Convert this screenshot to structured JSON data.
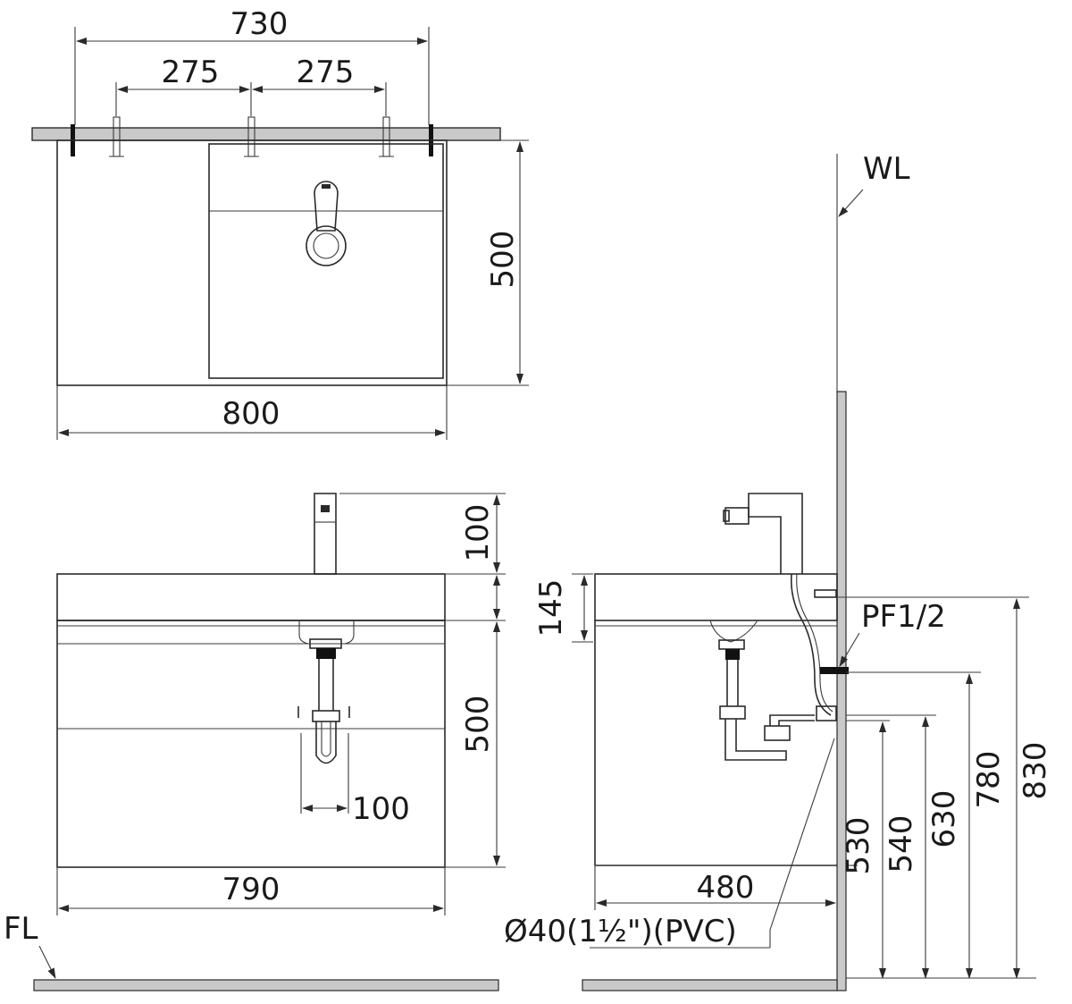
{
  "colors": {
    "line": "#2a2a2a",
    "wall": "#c9c9c9",
    "floor": "#c9c9c9",
    "fill": "#ffffff"
  },
  "top_view": {
    "dim_total_width": "730",
    "dim_left_spacing": "275",
    "dim_right_spacing": "275",
    "dim_depth": "500",
    "dim_cabinet_width": "800"
  },
  "front_view": {
    "dim_faucet_height": "100",
    "dim_cabinet_height": "500",
    "dim_drain_offset": "100",
    "dim_cabinet_width": "790",
    "floor_label": "FL"
  },
  "side_view": {
    "wall_label": "WL",
    "dim_top_thickness": "145",
    "supply_label": "PF1/2",
    "dim_depth": "480",
    "drain_pipe_label": "Ø40(1½\")(PVC)",
    "heights": [
      "530",
      "540",
      "630",
      "780",
      "830"
    ]
  }
}
